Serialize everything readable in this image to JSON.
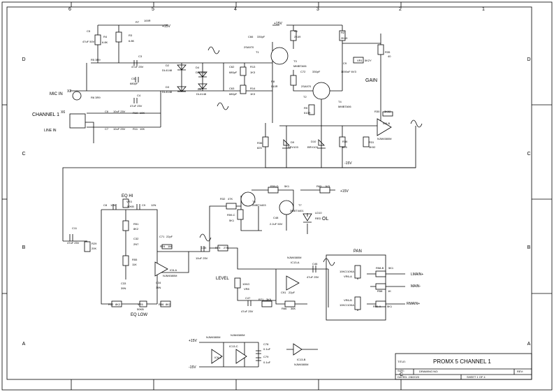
{
  "frame": {
    "columns": [
      "6",
      "5",
      "4",
      "3",
      "2",
      "1"
    ],
    "rows": [
      "D",
      "C",
      "B",
      "A"
    ]
  },
  "title_block": {
    "title_label": "TITLE:",
    "title": "PROMX 5 CHANNEL 1",
    "size_label": "SIZE:",
    "size": "C",
    "drawing_no_label": "DRAWING NO:",
    "rev_label": "REV:",
    "date": "DATED: 2/8/2020",
    "sheet": "SHEET 1 OF 4"
  },
  "signals": {
    "mic_in": "MIC IN",
    "channel": "CHANNEL 1",
    "line_in": "LINE IN",
    "gain": "GAIN",
    "eq_hi": "EQ HI",
    "eq_low": "EQ LOW",
    "level": "LEVEL",
    "ol": "OL",
    "pan": "PAN",
    "lmain": "LMAIN+",
    "main": "MAIN-",
    "rmain": "RMAIN+",
    "p15": "+15V",
    "m15": "-15V"
  },
  "parts": {
    "C5": "C5",
    "C5v": "47uF 50V",
    "R4": "R4",
    "R4v": "6.8K",
    "R3": "R3",
    "R3v": "6.8K",
    "R7": "R7",
    "R7v": "100R",
    "R5": "R5 3R9",
    "C3": "C3",
    "C3v": "47uF 25V",
    "C51": "C51",
    "C51v": "680pF",
    "R6": "R6 3R9",
    "C4": "C4",
    "C4v": "47uF 25V",
    "X2": "X2",
    "X6": "X6",
    "C6": "C6",
    "C6v": "10uF 25V",
    "C7": "C7",
    "C7v": "10uF 25V",
    "R10": "R10",
    "R10v": "10K",
    "R11": "R11",
    "R11v": "10K",
    "D2": "D2",
    "D2v": "DL4148",
    "D3": "D3",
    "D3v": "DL4148",
    "D4": "D4",
    "D4v": "DL4148",
    "D5": "D5",
    "D5v": "DL4148",
    "C62": "C62",
    "C62v": "680pF",
    "C63": "C63",
    "C63v": "680pF",
    "R13": "R13",
    "R13v": "1K3",
    "R14": "R14",
    "R14v": "1K3",
    "C66": "C66",
    "C66v": "330pF",
    "T1": "T1",
    "T1v": "2SA970",
    "T3": "T3",
    "T3v": "MMBTA06",
    "R1": "R1",
    "R1v": "2K49",
    "R2": "R2",
    "R2v": "2K49",
    "R8": "R8",
    "R8v": "510R",
    "C72": "C72",
    "C72v": "330pF",
    "T2": "T2",
    "T2v": "2SA970",
    "T4": "T4",
    "T4v": "MMBTA06",
    "R9": "R9",
    "R9v": "510R",
    "C9": "C9",
    "C9v": "1000uF 6V3",
    "VR1": "VR1",
    "VR1v": "5K2Y",
    "R35": "R35",
    "R35v": "40",
    "R30": "R30",
    "R30v": "3K92",
    "IC6B": "IC6-B",
    "NJM": "NJM4580M",
    "R31": "R31",
    "R31v": "3K92",
    "R36": "R36",
    "R36v": "825",
    "R36b": "R36",
    "R36bv": "825",
    "D9": "D9",
    "D9v": "BRV103",
    "D10": "D10",
    "D10v": "BRV103",
    "C8": "C8",
    "C8v": "12N",
    "VR3": "VR3",
    "VR3v": "50KB",
    "C9b": "C9",
    "C9bv": "12N",
    "R51": "R51",
    "R51v": "8K2",
    "C71": "C71",
    "C71v": "22pF",
    "R24": "R24",
    "R24v": "1M",
    "C32": "C32",
    "C32v": "2N7",
    "C11": "C11",
    "C11v": "47uF 25V",
    "R29": "R29",
    "R29v": "20K",
    "R55": "R55",
    "R55v": "11K",
    "IC6A": "IC6-A",
    "C33": "C33",
    "C33v": "39N",
    "C34": "C34",
    "C34v": "39N",
    "R52": "R52",
    "R52v": "8K2",
    "VR5": "VR5",
    "VR5v": "50KB",
    "R56": "R56",
    "R56v": "8K2",
    "C35": "C35",
    "C35v": "10uF 25V",
    "R32": "R32",
    "R32v": "47K",
    "R59C": "R59-C",
    "R59Cv": "5K1",
    "R59D": "R59-D",
    "R59Dv": "5K1",
    "T6": "T6",
    "T6v": "2MBT4403",
    "C48": "C48",
    "C48v": "2.2uF 50V",
    "T7": "T7",
    "T7v": "2MBT4401",
    "R65": "R65",
    "R65v": "1K5",
    "LD10": "LD10",
    "LD10v": "RED",
    "R73": "R73",
    "R73v": "27K",
    "VR8": "VR8",
    "VR8v": "10KG",
    "IC13A": "IC13-A",
    "C46": "C46",
    "C46v": "47uF 25V",
    "C47": "C47",
    "C47v": "47uF 25V",
    "R71": "R71",
    "R71v": "3K9",
    "C91": "C91",
    "C91v": "22pF",
    "R66": "R66",
    "R66v": "36K",
    "VR6A": "VR6-A",
    "VR6Av": "10KC/10KA",
    "VR6B": "VR6-B",
    "VR6Bv": "10KC/10KA",
    "R58B": "R58-B",
    "R58Bv": "5K1",
    "R58": "R58",
    "R58v": "1K",
    "R59A": "R59-A",
    "R59Av": "5K1",
    "IC6C": "IC6-C",
    "IC13C": "IC13-C",
    "IC13B": "IC13-B",
    "C78": "C78",
    "C78v": "0.1uF",
    "C79": "C79",
    "C79v": "0.1uF"
  }
}
